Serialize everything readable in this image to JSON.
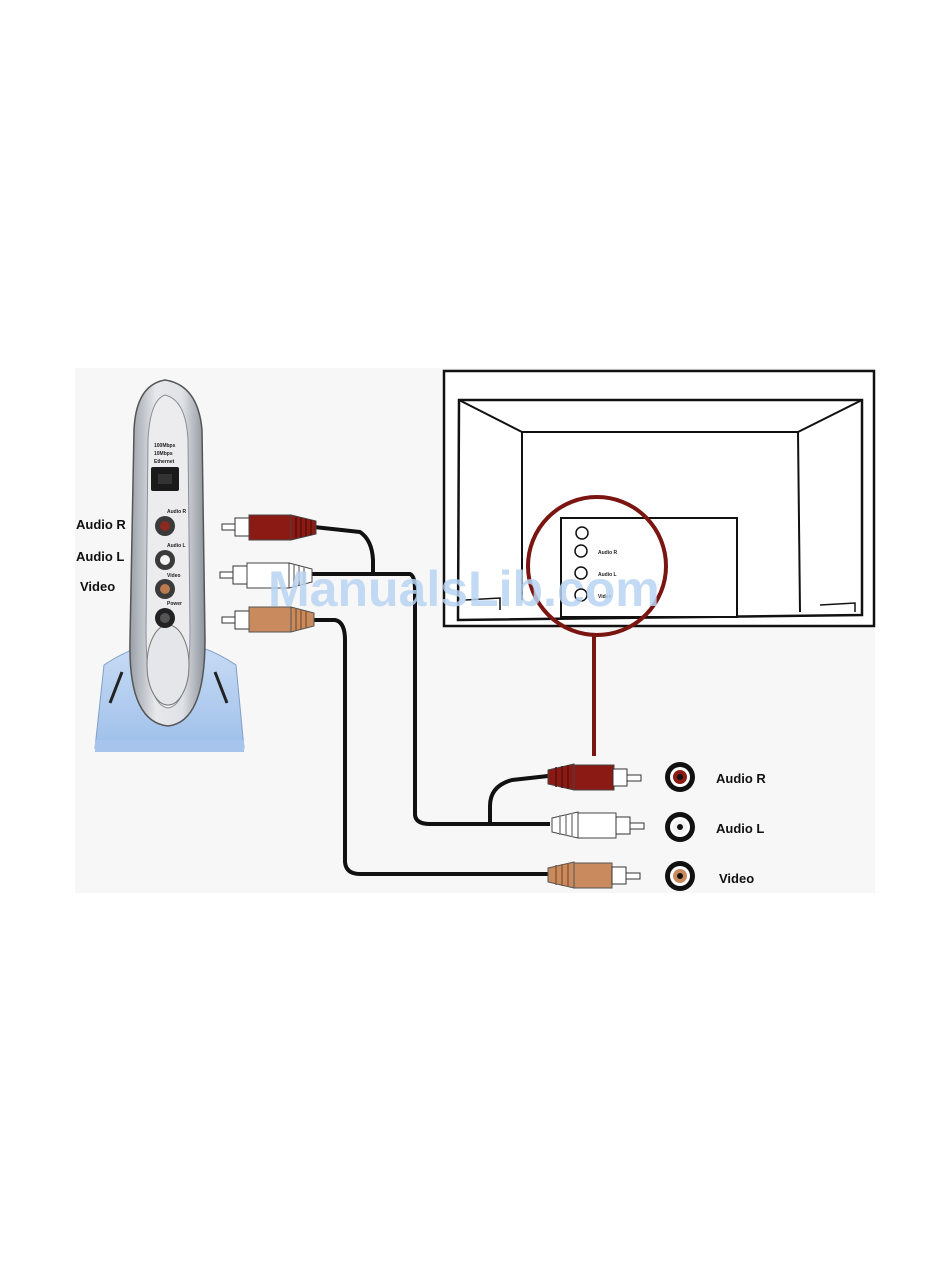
{
  "device": {
    "port_labels": {
      "audio_r": "Audio R",
      "audio_l": "Audio L",
      "video": "Video"
    },
    "panel_text": {
      "led_1": "100Mbps",
      "led_2": "10Mbps",
      "ethernet": "Ethernet",
      "audio_r": "Audio R",
      "audio_l": "Audio L",
      "video": "Video",
      "power": "Power"
    }
  },
  "tv": {
    "panel_text": {
      "audio_r": "Audio R",
      "audio_l": "Audio L",
      "video": "Video"
    }
  },
  "inset": {
    "labels": {
      "audio_r": "Audio R",
      "audio_l": "Audio L",
      "video": "Video"
    }
  },
  "colors": {
    "audio_r_plug": "#8b1a14",
    "audio_l_plug": "#ffffff",
    "video_plug": "#c98b5e",
    "device_base": "#a9c9ee",
    "callout": "#7a1512",
    "cable": "#111111"
  },
  "watermark": "ManualsLib.com"
}
